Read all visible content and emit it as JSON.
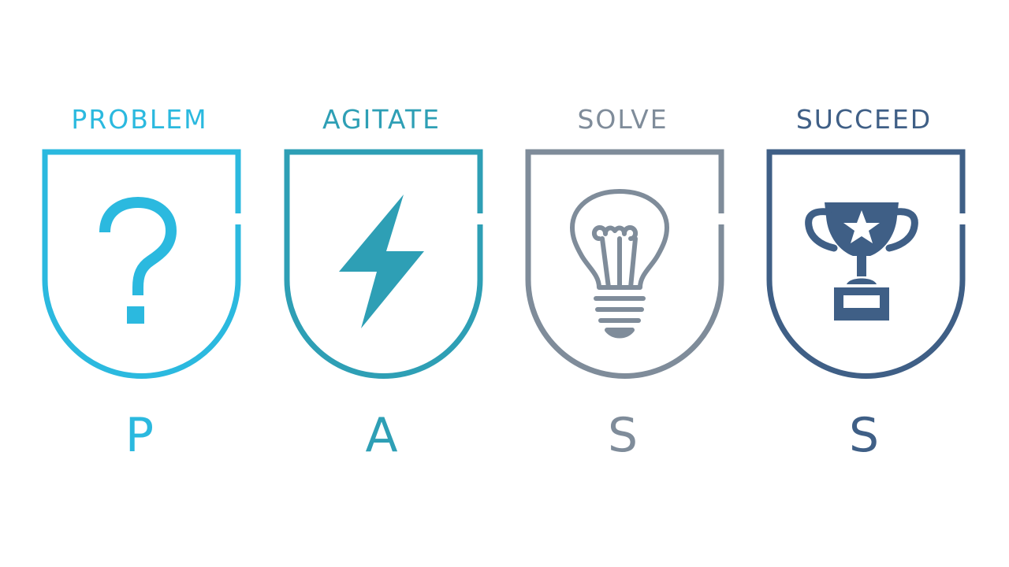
{
  "stages": [
    {
      "title": "PROBLEM",
      "letter": "P",
      "icon": "question-mark-icon",
      "color": "#2bb9df"
    },
    {
      "title": "AGITATE",
      "letter": "A",
      "icon": "lightning-bolt-icon",
      "color": "#2e9fb5"
    },
    {
      "title": "SOLVE",
      "letter": "S",
      "icon": "lightbulb-icon",
      "color": "#7f8c9a"
    },
    {
      "title": "SUCCEED",
      "letter": "S",
      "icon": "trophy-icon",
      "color": "#3f5f86"
    }
  ]
}
